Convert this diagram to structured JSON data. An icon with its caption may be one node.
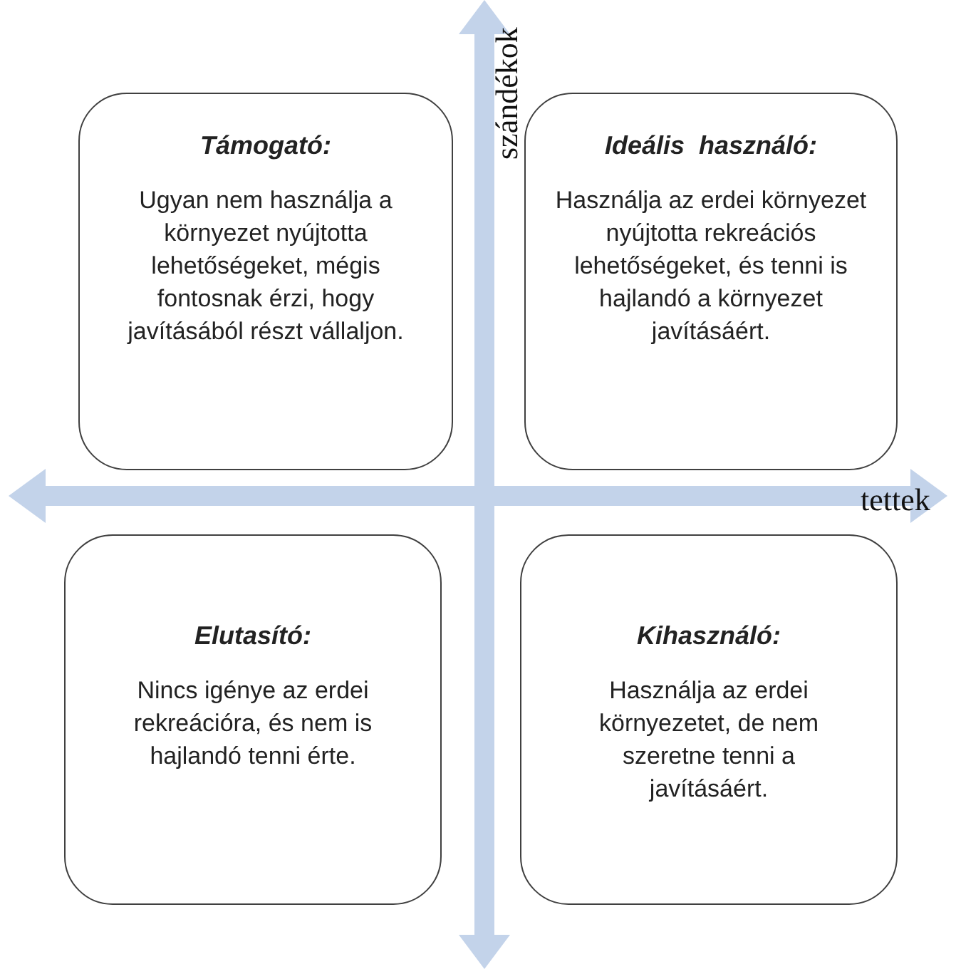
{
  "diagram": {
    "nodes": [
      {
        "text": [
          "Támogató:",
          "Ugyan nem használja a környezet nyújtotta lehetőségeket, mégis fontosnak érzi, hogy javításából részt vállaljon."
        ]
      },
      {
        "text": [
          "Ideális  használó:",
          "Használja az erdei környezet nyújtotta rekreációs lehetőségeket, és tenni is hajlandó a környezet javításáért."
        ]
      },
      {
        "text": [
          "Elutasító:",
          "Nincs igénye az erdei rekreációra, és nem is hajlandó tenni érte."
        ]
      },
      {
        "text": [
          "Kihasználó:",
          "Használja az erdei környezetet, de nem szeretne tenni a javításáért."
        ]
      }
    ],
    "labels": [
      "szándékok",
      "tettek"
    ]
  }
}
